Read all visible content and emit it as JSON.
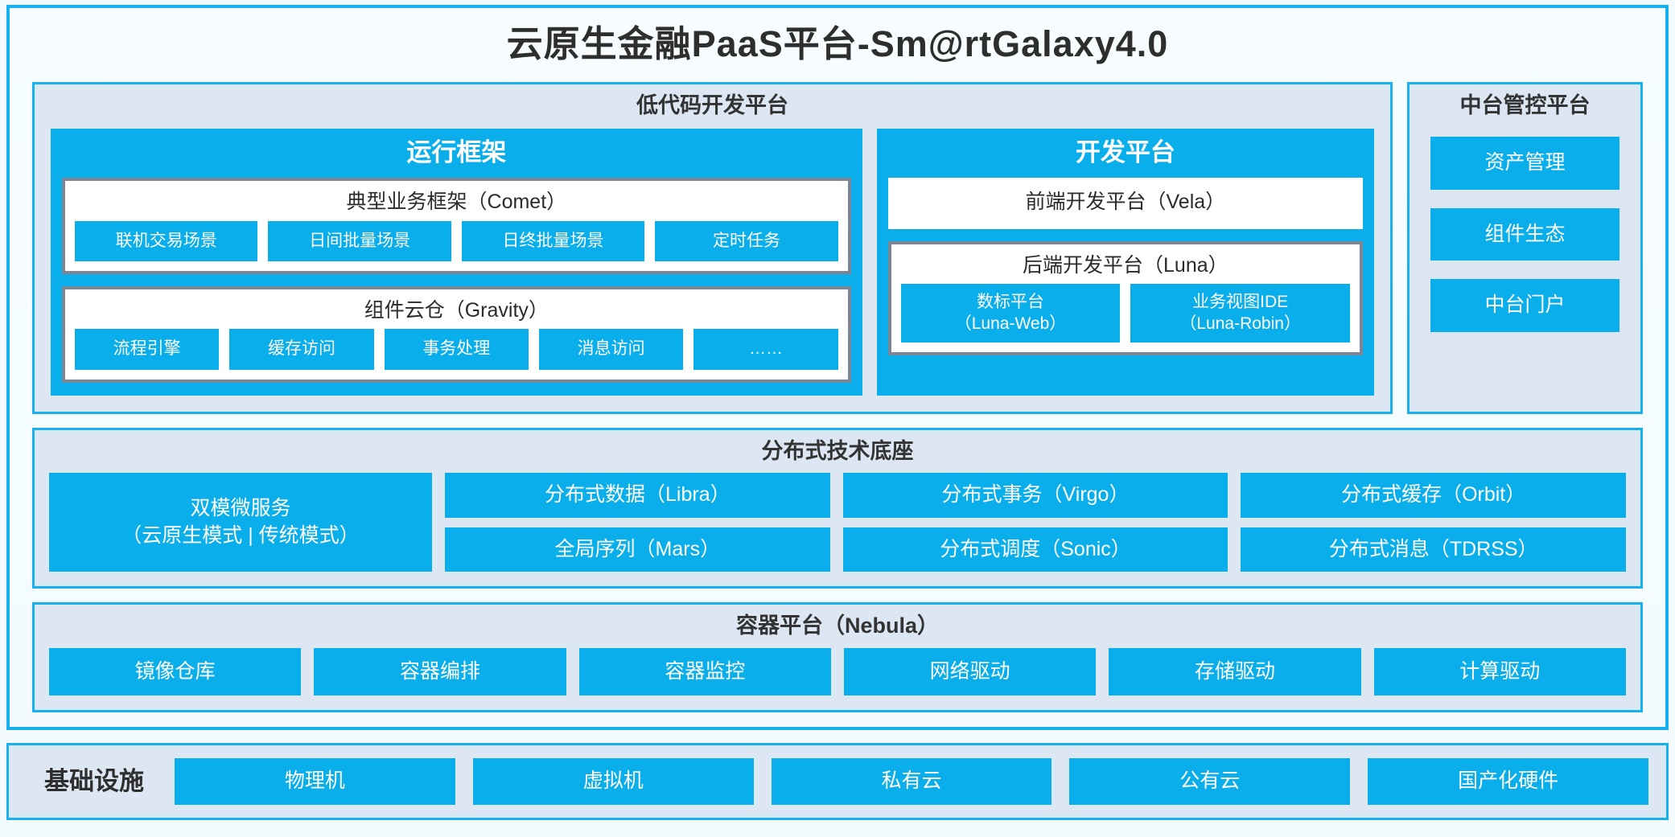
{
  "title": "云原生金融PaaS平台-Sm@rtGalaxy4.0",
  "colors": {
    "accent_blue": "#0aaeea",
    "frame_blue": "#18b0ef",
    "panel_bg": "#dde7f4",
    "inner_border_gray": "#7c8594",
    "page_bg": "#f4fbfe"
  },
  "lowcode": {
    "title": "低代码开发平台",
    "runtime": {
      "title": "运行框架",
      "comet": {
        "title": "典型业务框架（Comet）",
        "items": [
          "联机交易场景",
          "日间批量场景",
          "日终批量场景",
          "定时任务"
        ]
      },
      "gravity": {
        "title": "组件云仓（Gravity）",
        "items": [
          "流程引擎",
          "缓存访问",
          "事务处理",
          "消息访问",
          "……"
        ]
      }
    },
    "devplatform": {
      "title": "开发平台",
      "vela": {
        "title": "前端开发平台（Vela）"
      },
      "luna": {
        "title": "后端开发平台（Luna）",
        "items": [
          {
            "name": "数标平台",
            "code": "（Luna-Web）"
          },
          {
            "name": "业务视图IDE",
            "code": "（Luna-Robin）"
          }
        ]
      }
    }
  },
  "mgmt": {
    "title": "中台管控平台",
    "items": [
      "资产管理",
      "组件生态",
      "中台门户"
    ]
  },
  "distributed": {
    "title": "分布式技术底座",
    "wide": {
      "line1": "双模微服务",
      "line2": "（云原生模式 | 传统模式）"
    },
    "columns": [
      [
        "分布式数据（Libra）",
        "全局序列（Mars）"
      ],
      [
        "分布式事务（Virgo）",
        "分布式调度（Sonic）"
      ],
      [
        "分布式缓存（Orbit）",
        "分布式消息（TDRSS）"
      ]
    ]
  },
  "container": {
    "title": "容器平台（Nebula）",
    "items": [
      "镜像仓库",
      "容器编排",
      "容器监控",
      "网络驱动",
      "存储驱动",
      "计算驱动"
    ]
  },
  "infrastructure": {
    "label": "基础设施",
    "items": [
      "物理机",
      "虚拟机",
      "私有云",
      "公有云",
      "国产化硬件"
    ]
  }
}
